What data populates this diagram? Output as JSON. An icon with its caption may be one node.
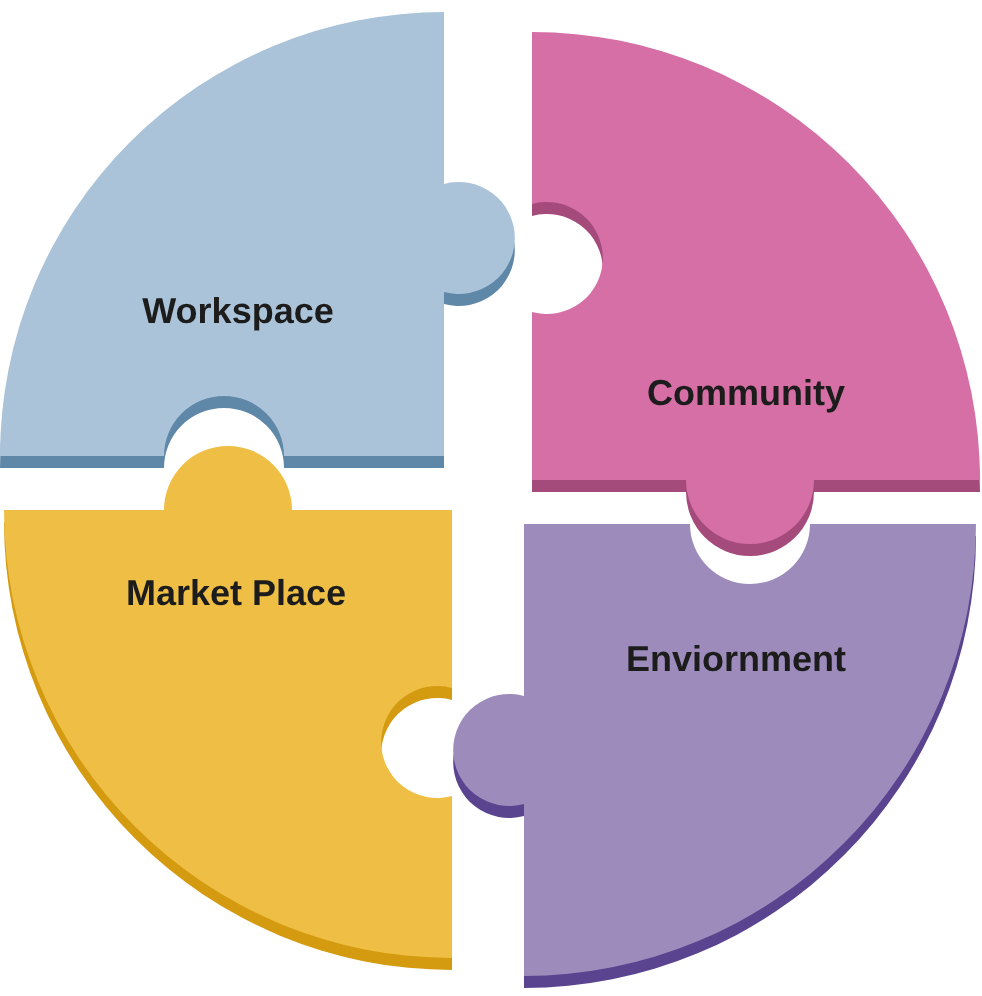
{
  "diagram": {
    "nodes": [
      {
        "text": [
          "Workspace"
        ]
      },
      {
        "text": [
          "Community"
        ]
      },
      {
        "text": [
          "Market Place"
        ]
      },
      {
        "text": [
          "Enviornment"
        ]
      }
    ]
  }
}
